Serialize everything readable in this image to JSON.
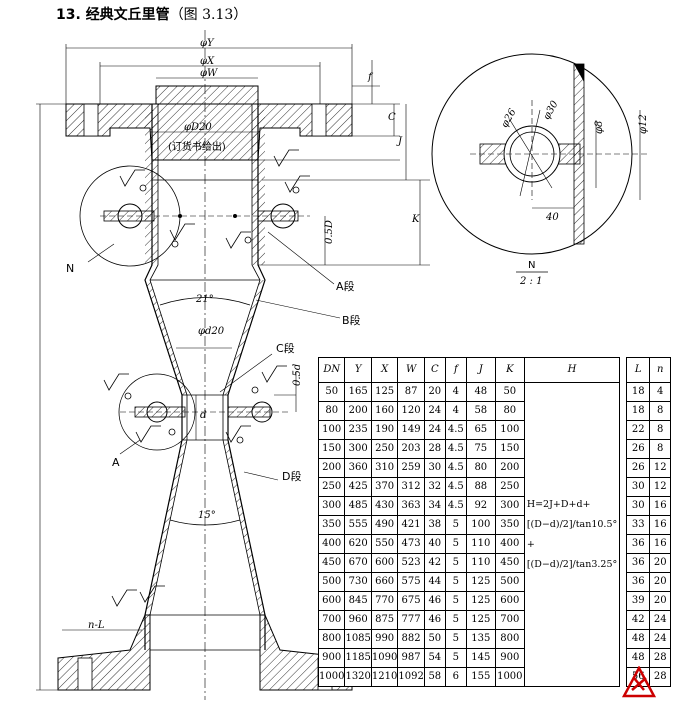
{
  "title": {
    "number": "13.",
    "name": "经典文丘里管",
    "figure_ref": "（图 3.13）"
  },
  "labels": {
    "phiY": "φY",
    "phiX": "φX",
    "phiW": "φW",
    "phiD20": "φD20",
    "order_note": "(订货书给出)",
    "f": "f",
    "C": "C",
    "J": "J",
    "K": "K",
    "half_D": "0.5D",
    "N": "N",
    "A_section": "A段",
    "B_section": "B段",
    "C_section": "C段",
    "D_section": "D段",
    "angle21": "21°",
    "angle15": "15°",
    "phid20": "φd20",
    "d": "d",
    "half_d": "0.5d",
    "A": "A",
    "nL": "n-L",
    "detail_phi26": "φ26",
    "detail_phi30": "φ30",
    "detail_phi8": "φ8",
    "detail_phi12": "φ12",
    "detail_40": "40",
    "detail_scale_name": "N",
    "detail_scale_ratio": "2 : 1"
  },
  "table": {
    "headers": [
      "DN",
      "Y",
      "X",
      "W",
      "C",
      "f",
      "J",
      "K",
      "H",
      "L",
      "n"
    ],
    "rows": [
      [
        "50",
        "165",
        "125",
        "87",
        "20",
        "4",
        "48",
        "50"
      ],
      [
        "80",
        "200",
        "160",
        "120",
        "24",
        "4",
        "58",
        "80"
      ],
      [
        "100",
        "235",
        "190",
        "149",
        "24",
        "4.5",
        "65",
        "100"
      ],
      [
        "150",
        "300",
        "250",
        "203",
        "28",
        "4.5",
        "75",
        "150"
      ],
      [
        "200",
        "360",
        "310",
        "259",
        "30",
        "4.5",
        "80",
        "200"
      ],
      [
        "250",
        "425",
        "370",
        "312",
        "32",
        "4.5",
        "88",
        "250"
      ],
      [
        "300",
        "485",
        "430",
        "363",
        "34",
        "4.5",
        "92",
        "300"
      ],
      [
        "350",
        "555",
        "490",
        "421",
        "38",
        "5",
        "100",
        "350"
      ],
      [
        "400",
        "620",
        "550",
        "473",
        "40",
        "5",
        "110",
        "400"
      ],
      [
        "450",
        "670",
        "600",
        "523",
        "42",
        "5",
        "110",
        "450"
      ],
      [
        "500",
        "730",
        "660",
        "575",
        "44",
        "5",
        "125",
        "500"
      ],
      [
        "600",
        "845",
        "770",
        "675",
        "46",
        "5",
        "125",
        "600"
      ],
      [
        "700",
        "960",
        "875",
        "777",
        "46",
        "5",
        "125",
        "700"
      ],
      [
        "800",
        "1085",
        "990",
        "882",
        "50",
        "5",
        "135",
        "800"
      ],
      [
        "900",
        "1185",
        "1090",
        "987",
        "54",
        "5",
        "145",
        "900"
      ],
      [
        "1000",
        "1320",
        "1210",
        "1092",
        "58",
        "6",
        "155",
        "1000"
      ]
    ],
    "L_n": [
      [
        "18",
        "4"
      ],
      [
        "18",
        "8"
      ],
      [
        "22",
        "8"
      ],
      [
        "26",
        "8"
      ],
      [
        "26",
        "12"
      ],
      [
        "30",
        "12"
      ],
      [
        "30",
        "16"
      ],
      [
        "33",
        "16"
      ],
      [
        "36",
        "16"
      ],
      [
        "36",
        "20"
      ],
      [
        "36",
        "20"
      ],
      [
        "39",
        "20"
      ],
      [
        "42",
        "24"
      ],
      [
        "48",
        "24"
      ],
      [
        "48",
        "28"
      ],
      [
        "56",
        "28"
      ]
    ],
    "H_formula": "H=2J+D+d+[(D−d)/2]/tan10.5°+[(D−d)/2]/tan3.25°"
  },
  "colors": {
    "ink": "#000000",
    "background": "#ffffff",
    "logo": "#cc0000"
  }
}
